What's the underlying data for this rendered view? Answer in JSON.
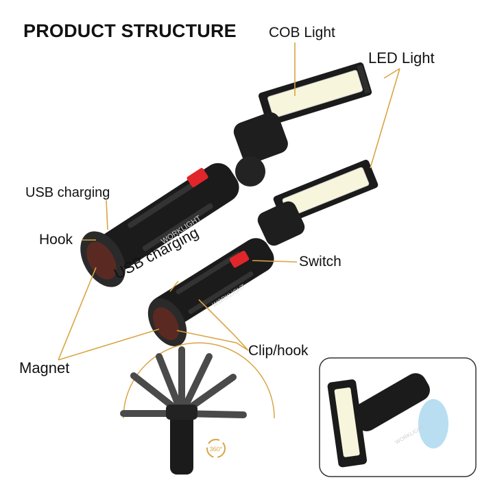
{
  "title": "PRODUCT STRUCTURE",
  "labels": {
    "cob_light": "COB Light",
    "led_light": "LED Light",
    "usb_charging_top": "USB charging",
    "hook": "Hook",
    "switch": "Switch",
    "usb_charging_bottom": "USB charging",
    "clip_hook": "Clip/hook",
    "magnet": "Magnet"
  },
  "product": {
    "brand_text": "WORKLIGHT",
    "rotation_badge": "360°"
  },
  "colors": {
    "leader_line": "#d9a441",
    "body": "#1b1b1b",
    "switch": "#e0262b",
    "cob_panel": "#f7f5dc",
    "accent_glow": "#7fc3e8"
  }
}
